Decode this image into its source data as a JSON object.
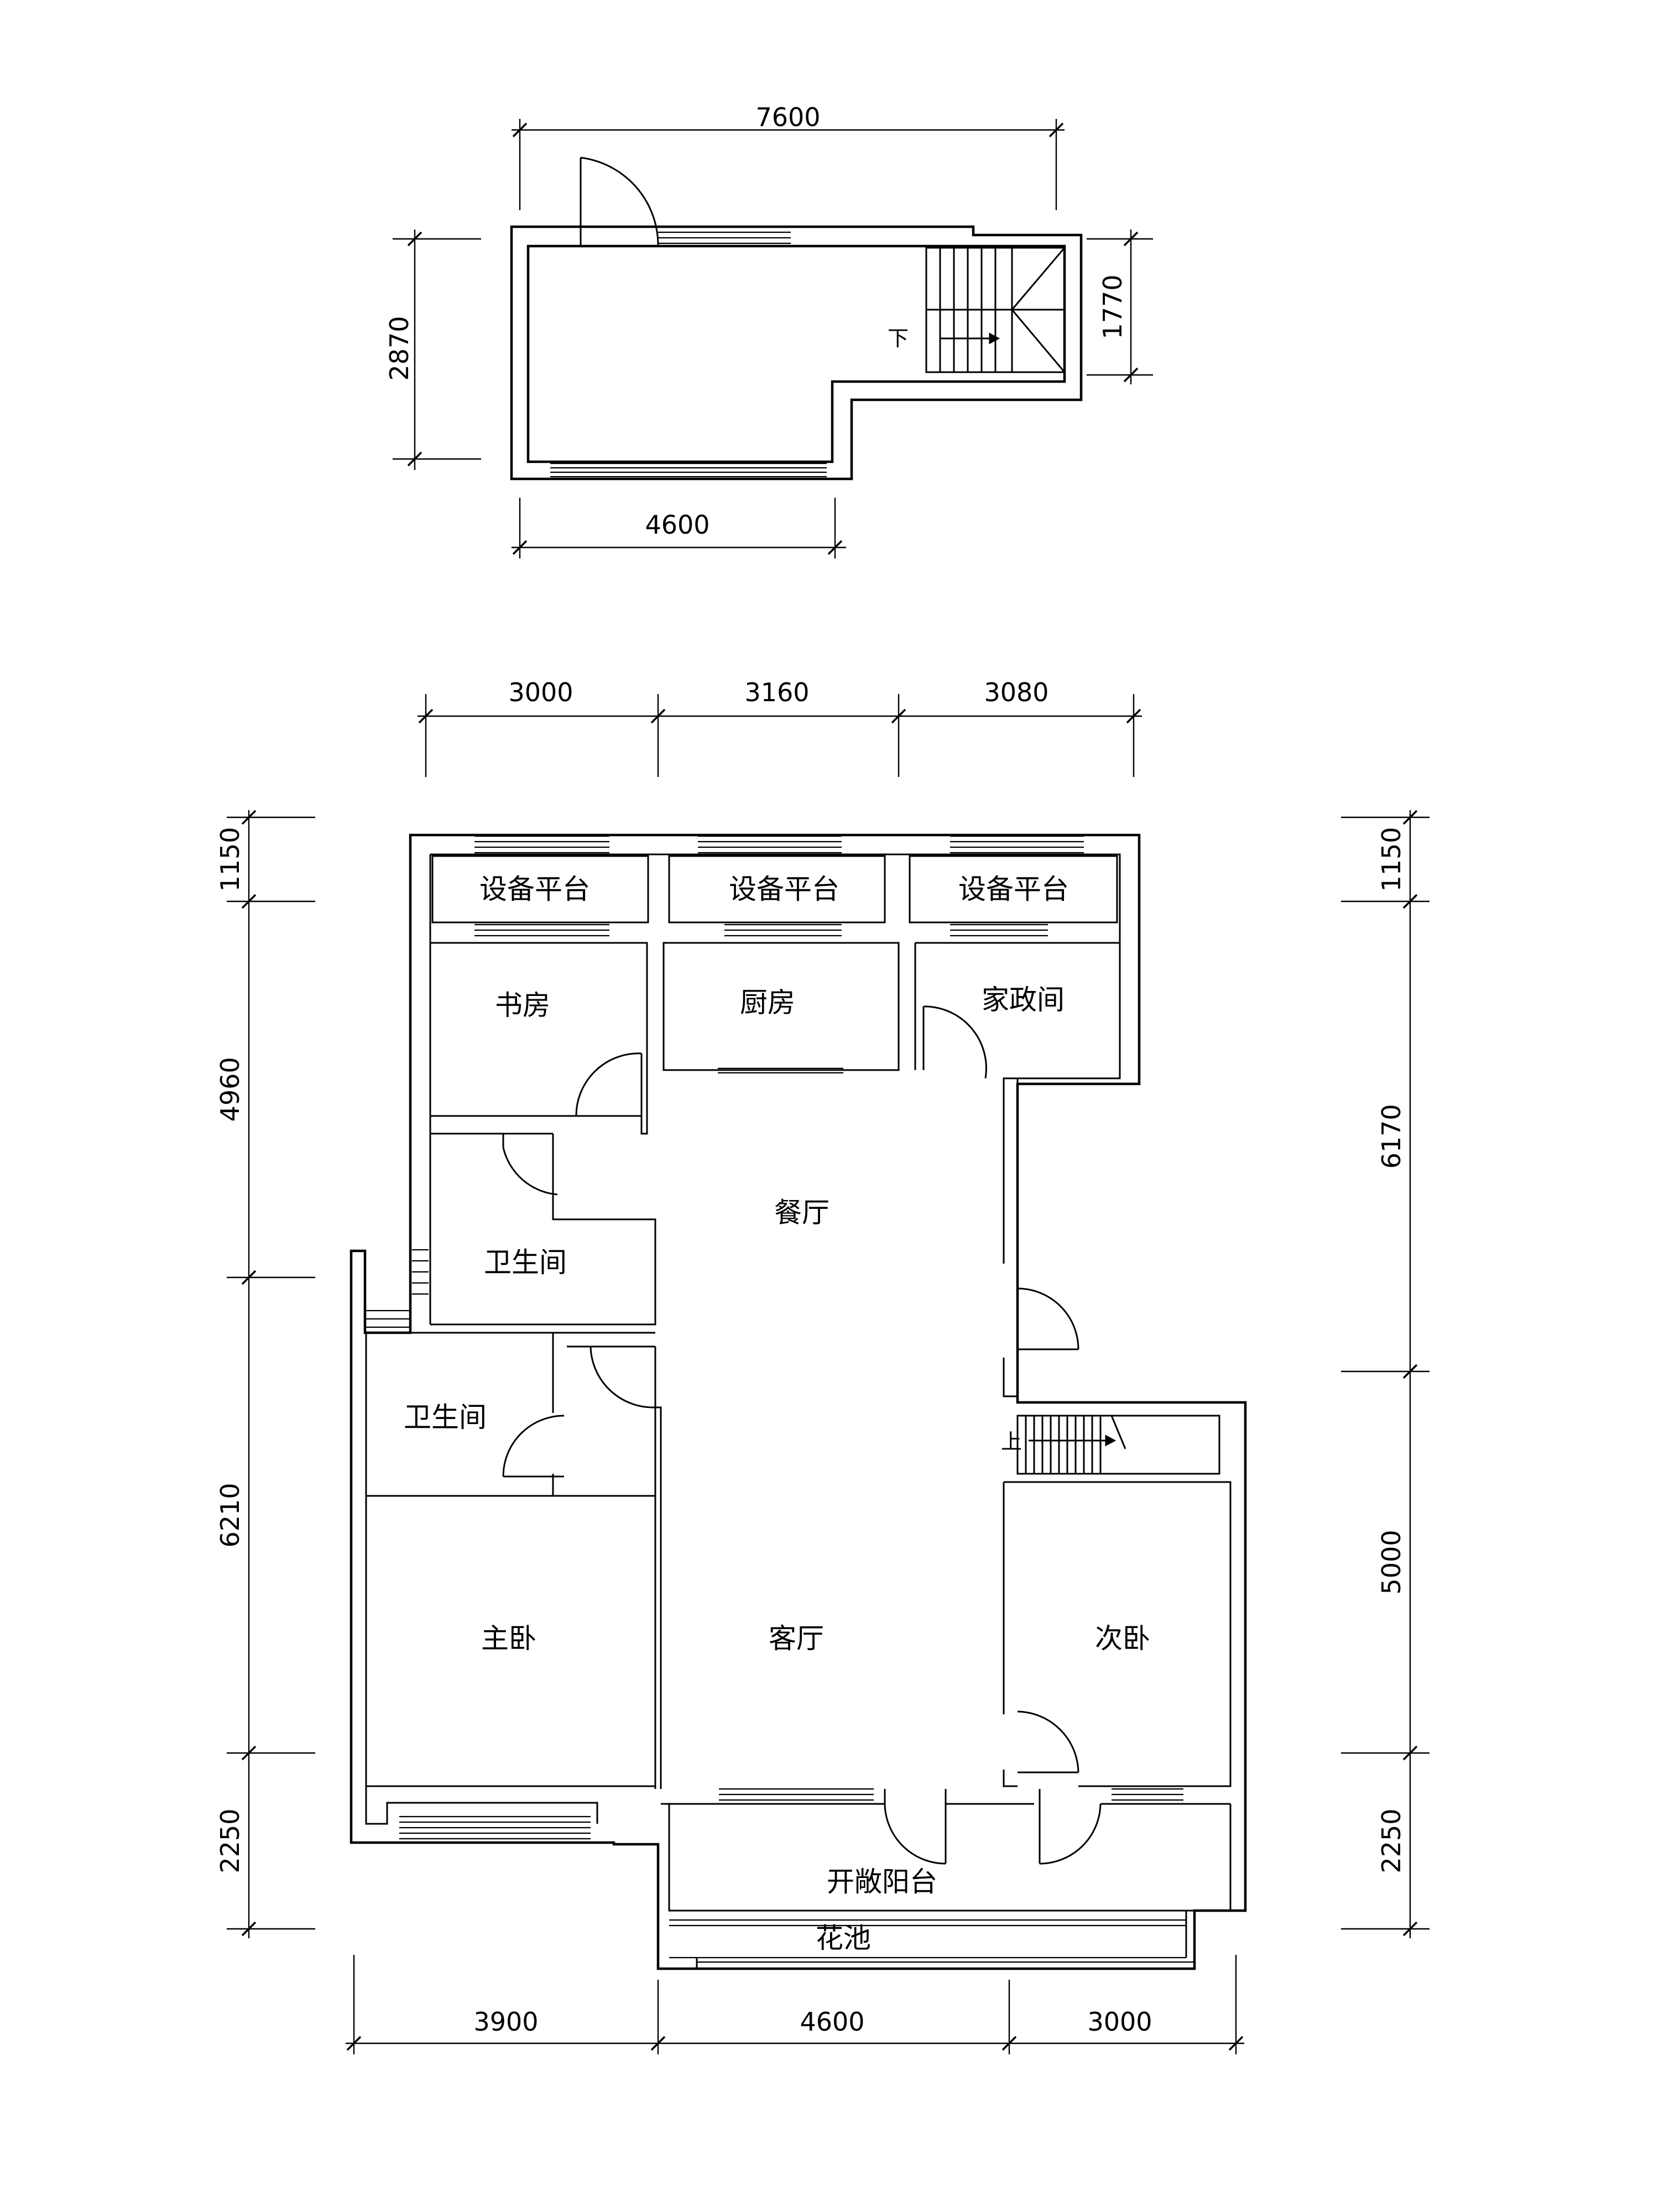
{
  "upper_floor": {
    "dims": {
      "top_total": "7600",
      "bottom": "4600",
      "left_height": "2870",
      "right_height": "1770"
    },
    "stair_label": "下"
  },
  "main_floor": {
    "dims": {
      "top": [
        "3000",
        "3160",
        "3080"
      ],
      "bottom": [
        "3900",
        "4600",
        "3000"
      ],
      "left": [
        "1150",
        "4960",
        "6210",
        "2250"
      ],
      "right": [
        "1150",
        "6170",
        "5000",
        "2250"
      ]
    },
    "rooms": {
      "platform_1": "设备平台",
      "platform_2": "设备平台",
      "platform_3": "设备平台",
      "study": "书房",
      "kitchen": "厨房",
      "housekeeping": "家政间",
      "dining": "餐厅",
      "bathroom_1": "卫生间",
      "bathroom_2": "卫生间",
      "master_bedroom": "主卧",
      "living_room": "客厅",
      "second_bedroom": "次卧",
      "open_balcony": "开敞阳台",
      "flower_bed": "花池"
    },
    "stair_label": "上"
  }
}
